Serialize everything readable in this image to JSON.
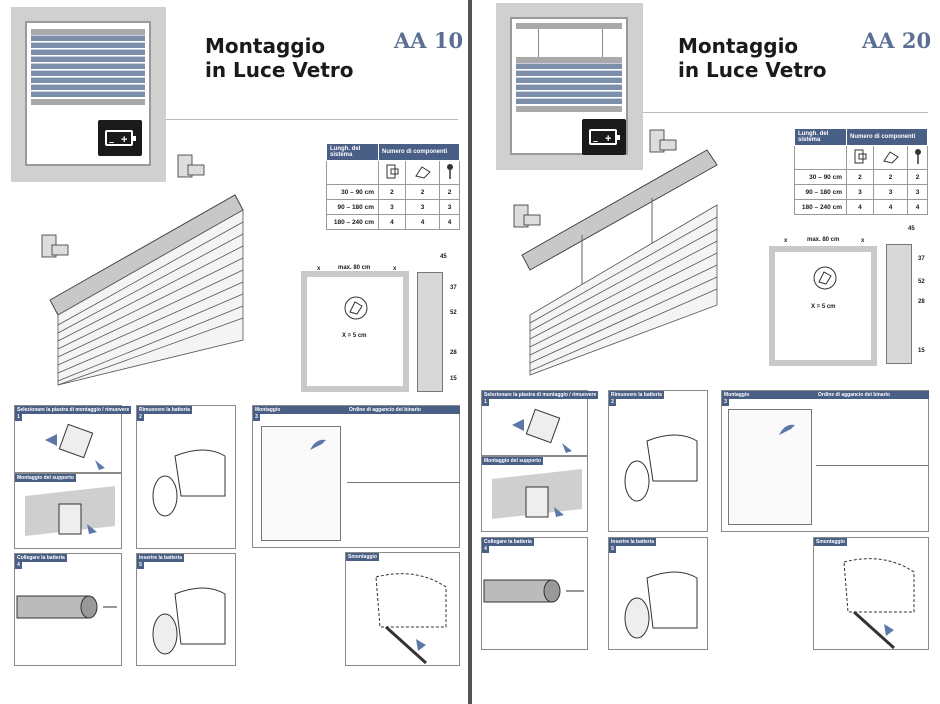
{
  "left": {
    "title_line1": "Montaggio",
    "title_line2": "in Luce Vetro",
    "code": "AA 10",
    "table": {
      "header_length": "Lungh. del sistema",
      "header_components": "Numero di componenti",
      "rows": [
        {
          "len": "30 – 90 cm",
          "a": "2",
          "b": "2",
          "c": "2"
        },
        {
          "len": "90 – 180 cm",
          "a": "3",
          "b": "3",
          "c": "3"
        },
        {
          "len": "180 – 240 cm",
          "a": "4",
          "b": "4",
          "c": "4"
        }
      ]
    },
    "dims": {
      "max": "max. 80 cm",
      "x": "x",
      "x_eq": "X = 5 cm",
      "d45": "45",
      "d37": "37",
      "d52": "52",
      "d28": "28",
      "d15": "15"
    },
    "steps": {
      "s1": "Selezionare la piastra di montaggio / rimuovere",
      "s1n": "1",
      "s1b": "Montaggio del supporto",
      "s2": "Rimuovere la batteria",
      "s2n": "2",
      "s3": "Montaggio",
      "s3n": "3",
      "s3b": "Ordine di aggancio dei binario",
      "s4": "Collegare la batteria",
      "s4n": "4",
      "s5": "Inserire la batteria",
      "s5n": "5",
      "s6": "Smontaggio"
    }
  },
  "right": {
    "title_line1": "Montaggio",
    "title_line2": "in Luce Vetro",
    "code": "AA 20",
    "table": {
      "header_length": "Lungh. del sistema",
      "header_components": "Numero di componenti",
      "rows": [
        {
          "len": "30 – 90 cm",
          "a": "2",
          "b": "2",
          "c": "2"
        },
        {
          "len": "90 – 180 cm",
          "a": "3",
          "b": "3",
          "c": "3"
        },
        {
          "len": "180 – 240 cm",
          "a": "4",
          "b": "4",
          "c": "4"
        }
      ]
    },
    "dims": {
      "max": "max. 80 cm",
      "x": "x",
      "x_eq": "X = 5 cm",
      "d45": "45",
      "d37": "37",
      "d52": "52",
      "d28": "28",
      "d15": "15"
    },
    "steps": {
      "s1": "Selezionare la piastra di montaggio / rimuovere",
      "s1n": "1",
      "s1b": "Montaggio del supporto",
      "s2": "Rimuovere la batteria",
      "s2n": "2",
      "s3": "Montaggio",
      "s3n": "3",
      "s3b": "Ordine di aggancio dei binario",
      "s4": "Collegare la batteria",
      "s4n": "4",
      "s5": "Inserire la batteria",
      "s5n": "5",
      "s6": "Smontaggio"
    }
  },
  "colors": {
    "accent": "#4a5f86",
    "slat_blue": "#7d8eab",
    "code_blue": "#5a6f92",
    "arrow_blue": "#5d78a8"
  },
  "icons": [
    "battery-icon",
    "bracket-icon",
    "clip-icon",
    "screw-icon",
    "arrow-icon"
  ]
}
